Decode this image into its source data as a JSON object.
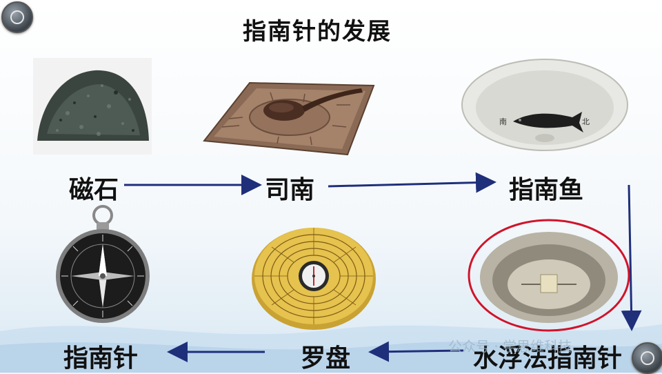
{
  "title": "指南针的发展",
  "stages": {
    "magnetite": "磁石",
    "sinan": "司南",
    "fish": "指南鱼",
    "water_compass": "水浮法指南针",
    "luopan": "罗盘",
    "compass": "指南针"
  },
  "fish_bowl_marks": {
    "south": "南",
    "north": "北"
  },
  "watermark": "公众号 · 学思维科技",
  "colors": {
    "arrow": "#1f2f7a",
    "highlight_ring": "#d0142a"
  }
}
